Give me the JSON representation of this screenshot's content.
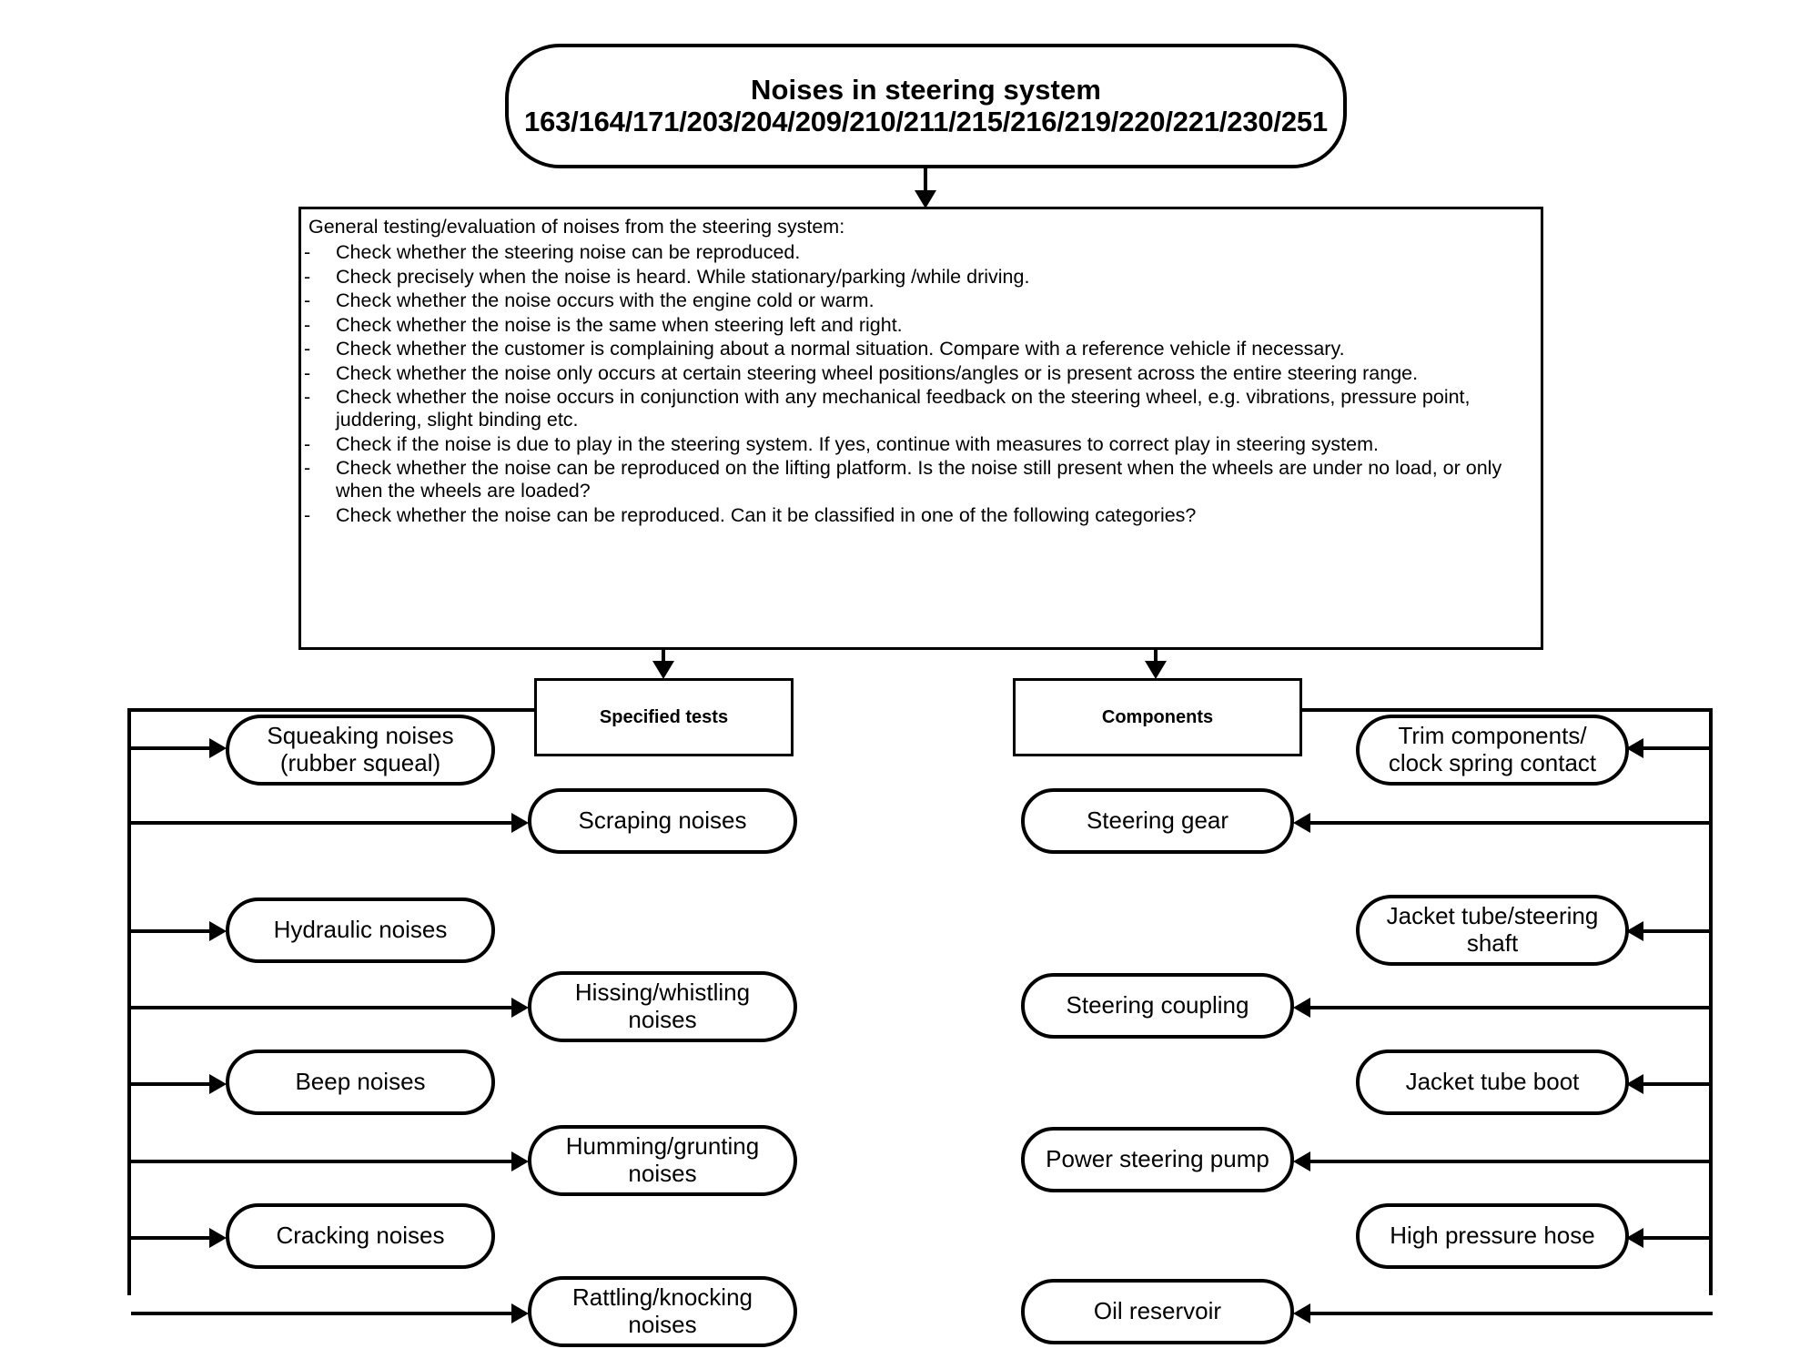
{
  "title_node": {
    "line1": "Noises in steering system",
    "line2": "163/164/171/203/204/209/210/211/215/216/219/220/221/230/251"
  },
  "general_box": {
    "heading": "General testing/evaluation of noises from the steering system:",
    "items": [
      "Check whether the steering noise can be reproduced.",
      "Check precisely when the noise is heard. While stationary/parking /while driving.",
      "Check whether the noise occurs with the engine cold or warm.",
      "Check whether the noise is the same when steering left and right.",
      "Check whether the customer is complaining about a normal situation. Compare with a reference vehicle if necessary.",
      "Check whether the noise only occurs at certain steering wheel positions/angles or is present across the entire steering range.",
      "Check whether the noise occurs in conjunction with any mechanical feedback on the steering wheel, e.g. vibrations, pressure point, juddering, slight binding etc.",
      "Check if the noise is due to play in the steering system. If yes, continue with measures to correct play in steering system.",
      "Check whether the noise can be reproduced on the lifting platform. Is the noise still present when the wheels are under no load, or only when the wheels are loaded?",
      "Check whether the noise can be reproduced. Can it be classified in one of the following categories?"
    ]
  },
  "columns": {
    "specified_tests": {
      "header": "Specified tests",
      "inner_nodes": [
        "Squeaking noises\n(rubber squeal)",
        "Hydraulic noises",
        "Beep noises",
        "Cracking noises"
      ],
      "outer_nodes": [
        "Scraping noises",
        "Hissing/whistling\nnoises",
        "Humming/grunting\nnoises",
        "Rattling/knocking\nnoises"
      ]
    },
    "components": {
      "header": "Components",
      "inner_nodes": [
        "Steering gear",
        "Steering coupling",
        "Power steering pump",
        "Oil reservoir"
      ],
      "outer_nodes": [
        "Trim components/\nclock spring contact",
        "Jacket tube/steering\nshaft",
        "Jacket tube boot",
        "High pressure hose"
      ]
    }
  },
  "node_labels": {
    "squeaking": "Squeaking noises",
    "squeaking2": "(rubber squeal)",
    "scraping": "Scraping noises",
    "hydraulic": "Hydraulic noises",
    "hissing": "Hissing/whistling",
    "hissing2": "noises",
    "beep": "Beep noises",
    "humming": "Humming/grunting",
    "humming2": "noises",
    "cracking": "Cracking noises",
    "rattling": "Rattling/knocking",
    "rattling2": "noises",
    "trim": "Trim components/",
    "trim2": "clock spring contact",
    "steering_gear": "Steering gear",
    "jacket_shaft": "Jacket tube/steering",
    "jacket_shaft2": "shaft",
    "steering_coupling": "Steering coupling",
    "jacket_boot": "Jacket tube boot",
    "power_pump": "Power steering pump",
    "high_hose": "High pressure hose",
    "oil_reservoir": "Oil reservoir"
  },
  "colors": {
    "stroke": "#000000",
    "background": "#ffffff",
    "text": "#000000"
  }
}
